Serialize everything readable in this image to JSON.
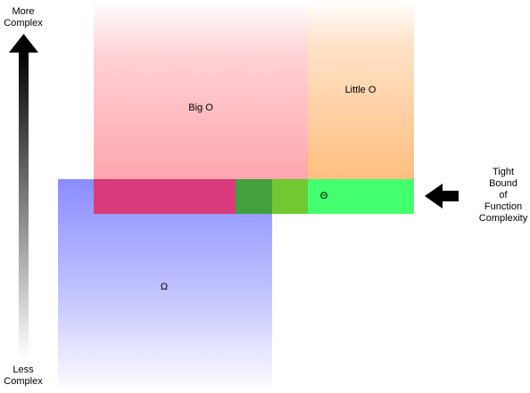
{
  "regions": {
    "big_o": {
      "label": "Big O"
    },
    "little_o": {
      "label": "Little O"
    },
    "theta": {
      "label": "Θ"
    },
    "omega": {
      "label": "Ω"
    }
  },
  "axis": {
    "top_label": [
      "More",
      "Complex"
    ],
    "bottom_label": [
      "Less",
      "Complex"
    ]
  },
  "callout": {
    "label": [
      "Tight",
      "Bound",
      "of",
      "Function",
      "Complexity"
    ]
  },
  "colors": {
    "big_o": "#ff9aa2",
    "little_o": "#ffbf80",
    "theta": "#44ff6e",
    "omega": "#8a8cff",
    "overlap_big_o_omega": "#d83a7c",
    "overlap_dark_green": "#44a03e",
    "overlap_light_green": "#72c832",
    "arrow": "#000000"
  }
}
